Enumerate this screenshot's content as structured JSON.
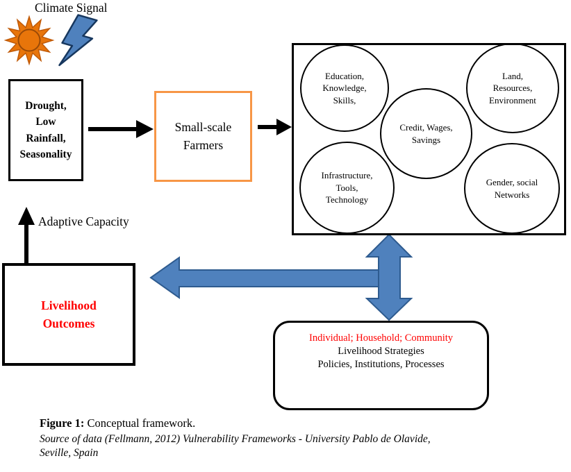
{
  "colors": {
    "accent_orange_border": "#F79646",
    "sun_orange": "#E8750A",
    "arrow_blue": "#4F81BD",
    "arrow_blue_outline": "#2E5B8F",
    "red_text": "#FF0000",
    "black": "#000000"
  },
  "labels": {
    "climate_signal": "Climate Signal",
    "adaptive_capacity": "Adaptive Capacity"
  },
  "nodes": {
    "drought": "Drought,\nLow\nRainfall,\nSeasonality",
    "farmers": "Small-scale\nFarmers",
    "livelihood_outcomes": "Livelihood\nOutcomes"
  },
  "capitals": {
    "education": "Education,\nKnowledge,\nSkills,",
    "land": "Land,\nResources,\nEnvironment",
    "credit": "Credit, Wages,\nSavings",
    "infrastructure": "Infrastructure,\nTools,\nTechnology",
    "gender": "Gender, social\nNetworks"
  },
  "strategies": {
    "line1": "Individual; Household; Community",
    "line2": "Livelihood Strategies",
    "line3": "Policies, Institutions, Processes"
  },
  "icons": {
    "sun": "sun-icon",
    "lightning": "lightning-icon"
  },
  "caption": {
    "figure_label": "Figure 1:",
    "figure_text": " Conceptual framework.",
    "source_line1": "Source of data (Fellmann, 2012) Vulnerability Frameworks - University Pablo de Olavide,",
    "source_line2": "Seville, Spain"
  }
}
